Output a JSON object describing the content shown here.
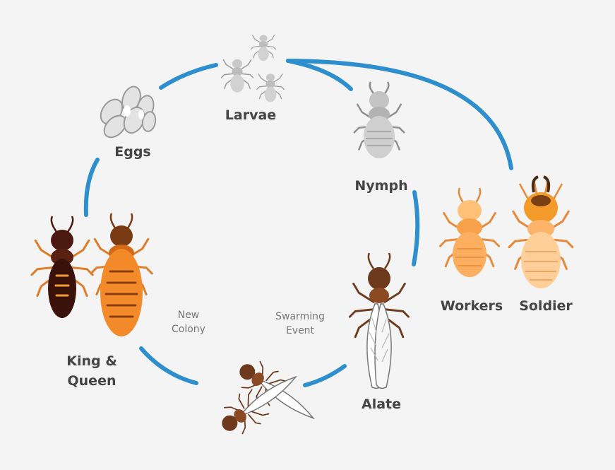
{
  "stages": {
    "larvae": "Larvae",
    "eggs": "Eggs",
    "nymph": "Nymph",
    "workers": "Workers",
    "soldier": "Soldier",
    "alate": "Alate",
    "king_queen_line1": "King &",
    "king_queen_line2": "Queen"
  },
  "events": {
    "new_colony_line1": "New",
    "new_colony_line2": "Colony",
    "swarming_line1": "Swarming",
    "swarming_line2": "Event"
  },
  "colors": {
    "cycle_arrow": "#2e8fcf",
    "immature_gray": "#b9b9b9",
    "caste_orange": "#f59a3c",
    "reproductive_brown": "#6e3a1e"
  },
  "icons": [
    "egg-cluster-icon",
    "larva-icon",
    "nymph-icon",
    "worker-termite-icon",
    "soldier-termite-icon",
    "alate-icon",
    "swarming-pair-icon",
    "king-termite-icon",
    "queen-termite-icon"
  ]
}
